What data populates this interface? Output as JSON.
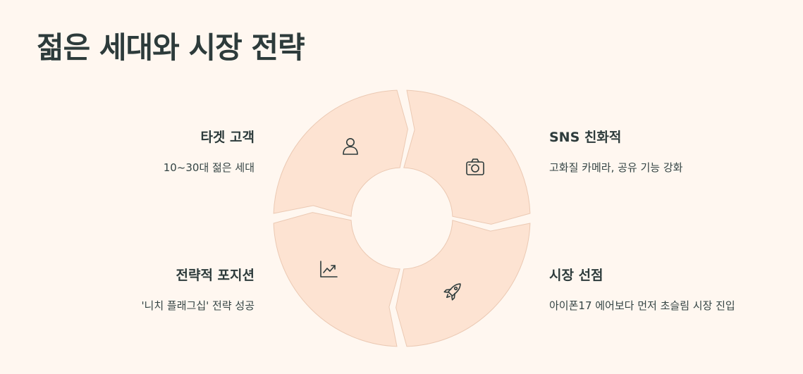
{
  "title": "젊은 세대와 시장 전략",
  "colors": {
    "background": "#fff7f0",
    "segment_fill": "#fde3d2",
    "segment_stroke": "#ebc9b3",
    "icon": "#2d3b3b"
  },
  "items": [
    {
      "heading": "타겟 고객",
      "description": "10~30대 젊은 세대",
      "icon": "user-icon"
    },
    {
      "heading": "SNS 친화적",
      "description": "고화질 카메라, 공유 기능 강화",
      "icon": "camera-icon"
    },
    {
      "heading": "시장 선점",
      "description": "아이폰17 에어보다 먼저 초슬림 시장 진입",
      "icon": "rocket-icon"
    },
    {
      "heading": "전략적 포지션",
      "description": "'니치 플래그십' 전략 성공",
      "icon": "chart-up-icon"
    }
  ]
}
